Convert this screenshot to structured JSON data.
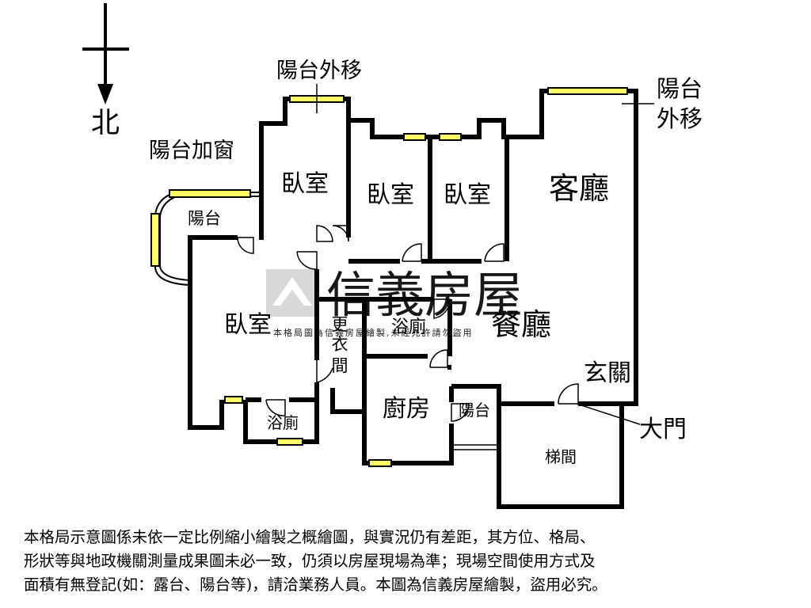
{
  "compass": {
    "north_label": "北"
  },
  "balcony_notes": {
    "balcony_moved_top": "陽台外移",
    "balcony_moved_right_line1": "陽台",
    "balcony_moved_right_line2": "外移",
    "balcony_window": "陽台加窗"
  },
  "rooms": {
    "balcony_left": "陽台",
    "bedroom_1": "臥室",
    "bedroom_2": "臥室",
    "bedroom_3": "臥室",
    "bedroom_master": "臥室",
    "living_room": "客廳",
    "dining_room": "餐廳",
    "bathroom_center": "浴廁",
    "bathroom_left": "浴廁",
    "walk_in_closet_1": "更",
    "walk_in_closet_2": "衣",
    "walk_in_closet_3": "間",
    "kitchen": "廚房",
    "balcony_kitchen": "陽台",
    "foyer": "玄關",
    "stairwell": "梯間",
    "main_door": "大門"
  },
  "watermark": {
    "brand": "信義房屋",
    "small_text": "本格局圖為信義房屋繪製,未經允許請勿盜用"
  },
  "colors": {
    "wall": "#000000",
    "window_fill": "#ffff66",
    "watermark": "#d0d0d0"
  },
  "disclaimer": {
    "line1": "本格局示意圖係未依一定比例縮小繪製之概繪圖，與實況仍有差距，其方位、格局、",
    "line2": "形狀等與地政機關測量成果圖未必一致，仍須以房屋現場為準；現場空間使用方式及",
    "line3": "面積有無登記(如：露台、陽台等)，請洽業務人員。本圖為信義房屋繪製，盜用必究。"
  }
}
